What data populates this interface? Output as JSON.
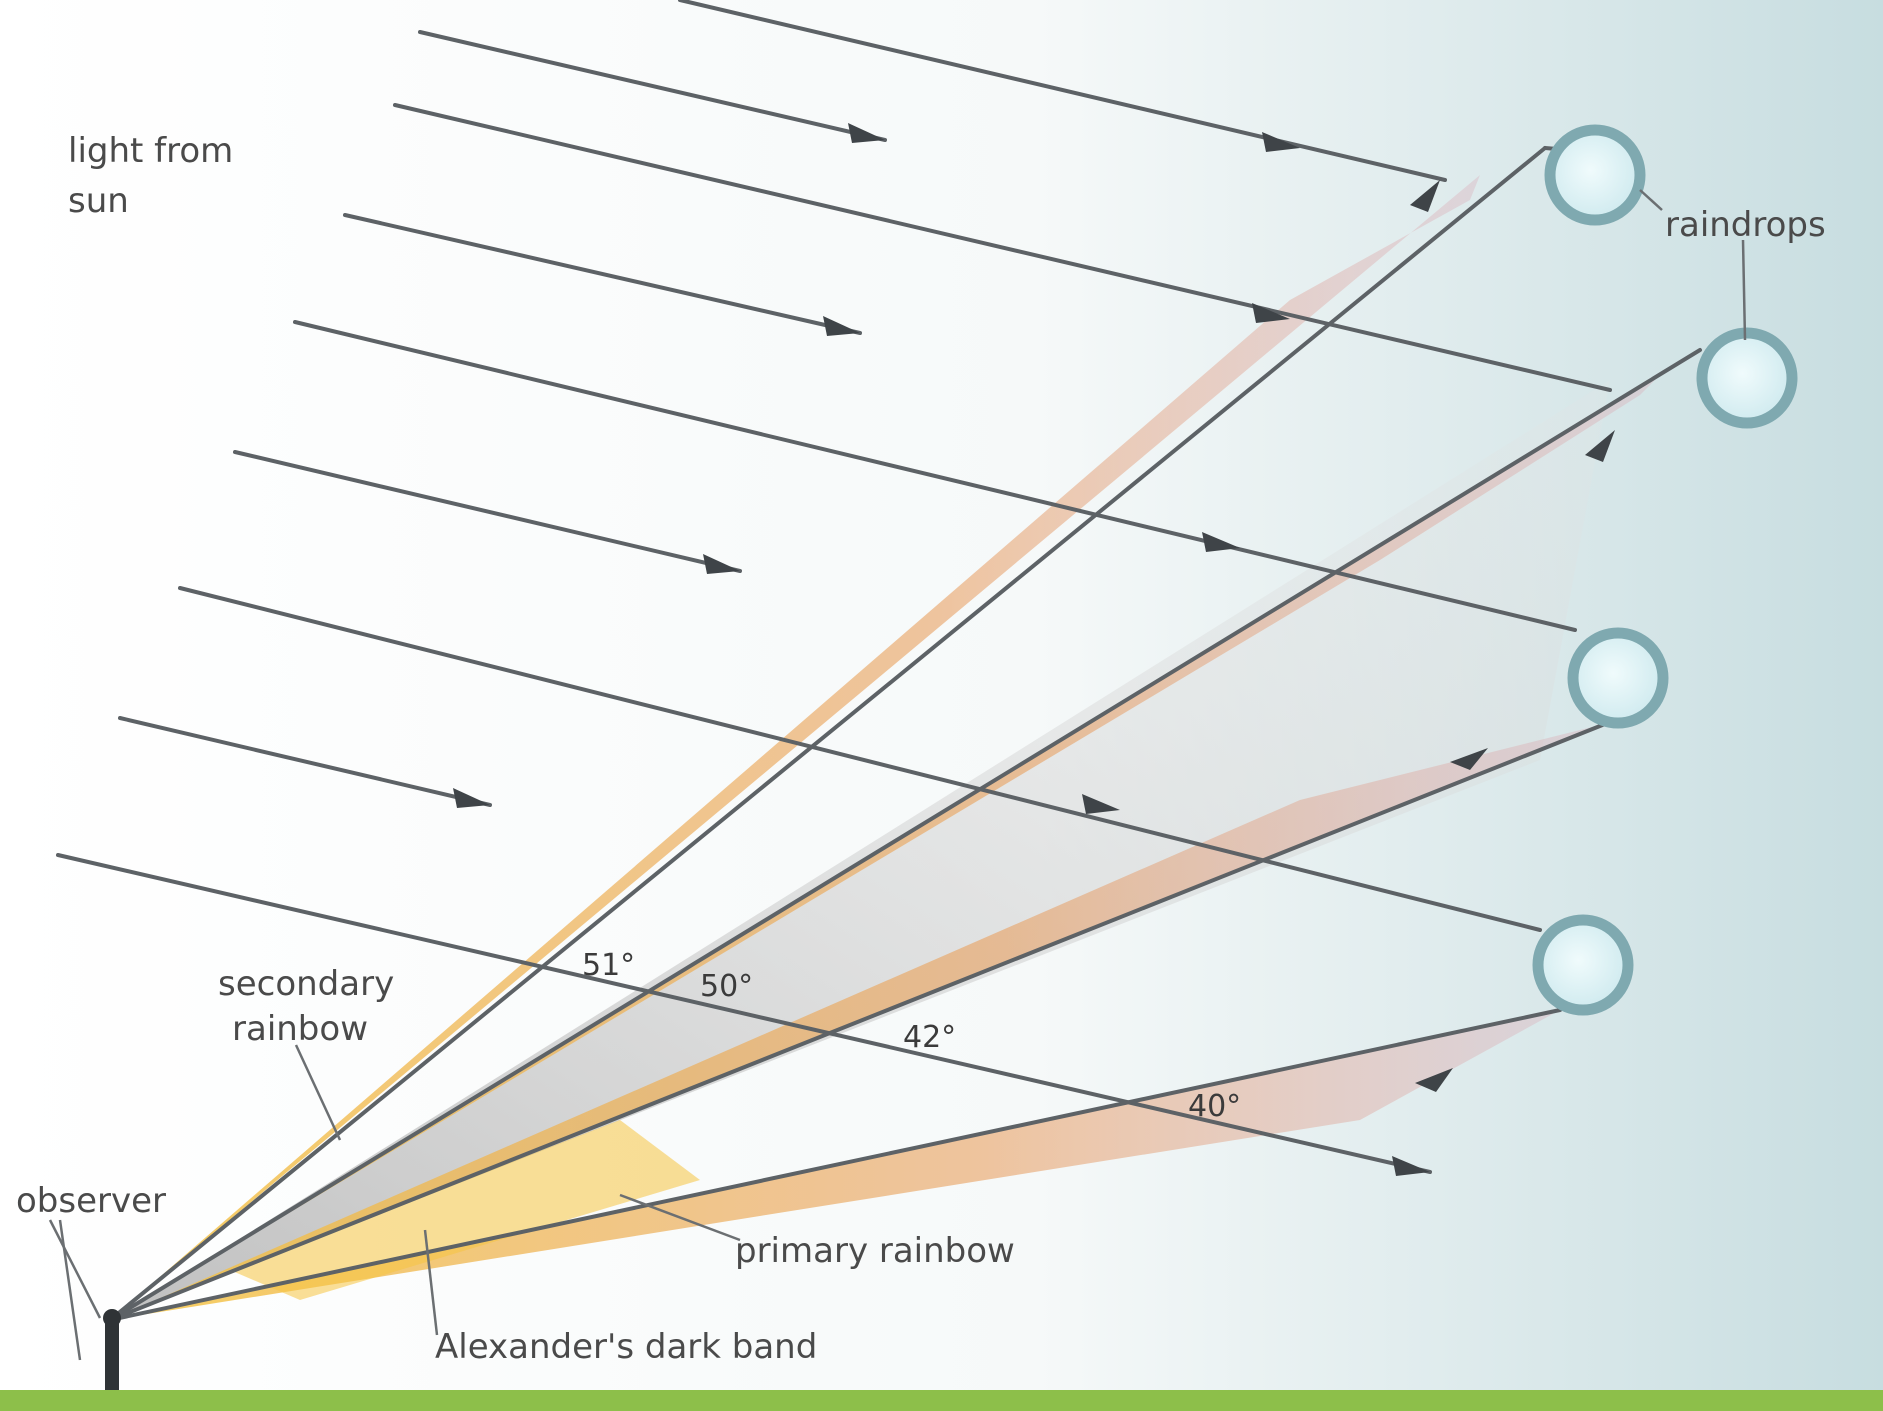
{
  "labels": {
    "sun_line1": "light from",
    "sun_line2": "sun",
    "raindrops": "raindrops",
    "secondary_line1": "secondary",
    "secondary_line2": "rainbow",
    "observer": "observer",
    "primary": "primary rainbow",
    "dark_band": "Alexander's dark band"
  },
  "angles": {
    "a1": "51°",
    "a2": "50°",
    "a3": "42°",
    "a4": "40°"
  },
  "colors": {
    "sky_left": "#ffffff",
    "sky_right": "#c7dde0",
    "ground": "#8dbf4a",
    "ray": "#5d6266",
    "drop_ring": "#7fa9b0",
    "drop_fill": "#dff3f6",
    "band_yellow": "#f5c542",
    "band_orange": "#e8a060",
    "band_pink": "#d9a0b0",
    "dark_band": "#c8c8c8"
  },
  "icons": {
    "drop": "raindrop-icon",
    "observer": "observer-icon",
    "arrowhead": "arrowhead-icon"
  }
}
